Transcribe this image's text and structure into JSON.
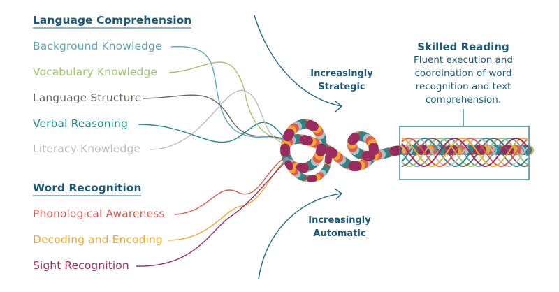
{
  "language_comprehension": {
    "heading": "Language Comprehension",
    "items": [
      {
        "label": "Background Knowledge",
        "color": "#5aa6b8"
      },
      {
        "label": "Vocabulary Knowledge",
        "color": "#9dc66b"
      },
      {
        "label": "Language Structure",
        "color": "#6f6664"
      },
      {
        "label": "Verbal Reasoning",
        "color": "#1f8a8f"
      },
      {
        "label": "Literacy Knowledge",
        "color": "#bdbaba"
      }
    ]
  },
  "word_recognition": {
    "heading": "Word Recognition",
    "items": [
      {
        "label": "Phonological Awareness",
        "color": "#e05a4e"
      },
      {
        "label": "Decoding and Encoding",
        "color": "#f0a830"
      },
      {
        "label": "Sight Recognition",
        "color": "#9b2a5e"
      }
    ]
  },
  "arrows": {
    "top": "Increasingly Strategic",
    "top_line1": "Increasingly",
    "top_line2": "Strategic",
    "bottom_line1": "Increasingly",
    "bottom_line2": "Automatic"
  },
  "skilled_reading": {
    "title": "Skilled Reading",
    "description_lines": [
      "Fluent execution and",
      "coordination of word",
      "recognition and text",
      "comprehension."
    ]
  },
  "colors": {
    "heading": "#1b5a7a",
    "box": "#3e8a9e"
  }
}
